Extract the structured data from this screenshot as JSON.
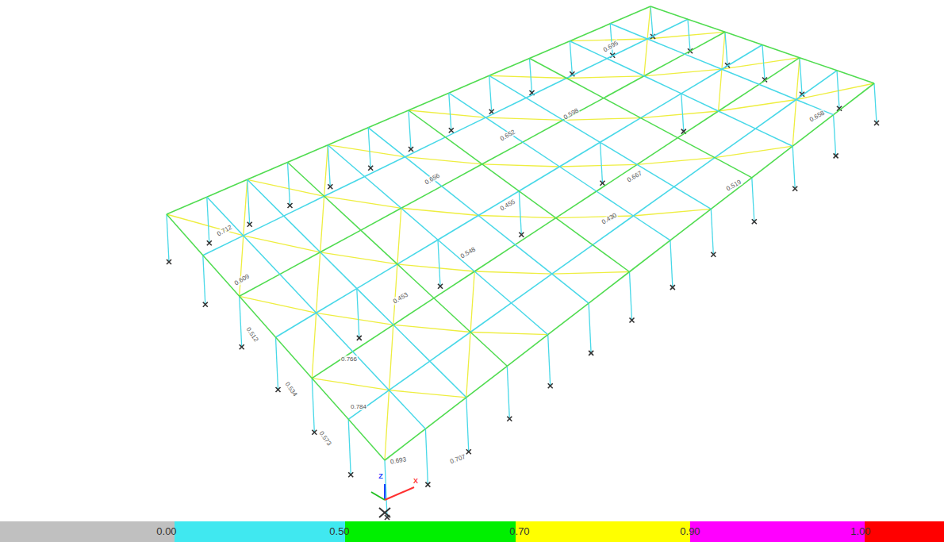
{
  "diagram": {
    "labels": [
      "0.707",
      "0.693",
      "0.512",
      "0.534",
      "0.573",
      "0.784",
      "0.766",
      "0.453",
      "0.656",
      "0.652",
      "0.712",
      "0.609",
      "0.598",
      "0.667",
      "0.430",
      "0.519",
      "0.658",
      "0.695",
      "0.455",
      "0.548",
      "X",
      "Z"
    ],
    "legend": [
      {
        "text": "0.00",
        "color": "#c0c0c0"
      },
      {
        "text": "0.50",
        "color": "#40e8f0"
      },
      {
        "text": "0.70",
        "color": "#00f000"
      },
      {
        "text": "0.90",
        "color": "#ffff00"
      },
      {
        "text": "1.00",
        "color": "#ff00ff"
      }
    ]
  }
}
